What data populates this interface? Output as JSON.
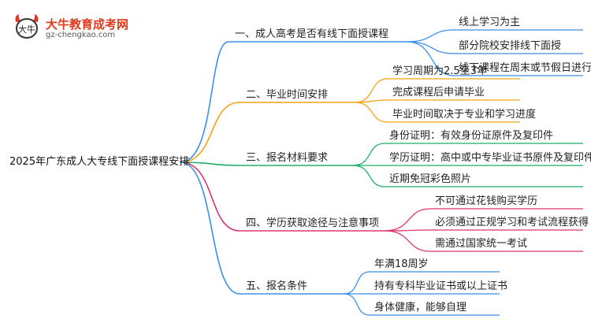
{
  "brand": {
    "title": "大牛教育成考网",
    "url": "gz-chengkao.com",
    "mark": "大牛"
  },
  "root": "2025年广东成人大专线下面授课程安排",
  "branches": [
    {
      "label": "一、成人高考是否有线下面授课程",
      "color": "#3b8fe8",
      "children": [
        "线上学习为主",
        "部分院校安排线下面授",
        "线下课程在周末或节假日进行"
      ]
    },
    {
      "label": "二、毕业时间安排",
      "color": "#f2a316",
      "children": [
        "学习周期为2.5至3年",
        "完成课程后申请毕业",
        "毕业时间取决于专业和学习进度"
      ]
    },
    {
      "label": "三、报名材料要求",
      "color": "#1fae6b",
      "children": [
        "身份证明：有效身份证原件及复印件",
        "学历证明：高中或中专毕业证书原件及复印件",
        "近期免冠彩色照片"
      ]
    },
    {
      "label": "四、学历获取途径与注意事项",
      "color": "#e0346e",
      "children": [
        "不可通过花钱购买学历",
        "必须通过正规学习和考试流程获得",
        "需通过国家统一考试"
      ]
    },
    {
      "label": "五、报名条件",
      "color": "#3b8fe8",
      "children": [
        "年满18周岁",
        "持有专科毕业证书或以上证书",
        "身体健康，能够自理"
      ]
    }
  ]
}
